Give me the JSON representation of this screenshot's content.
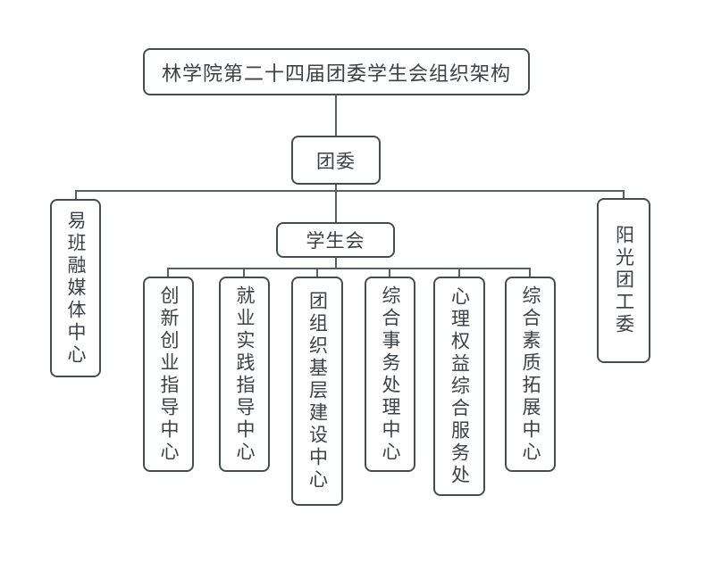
{
  "canvas": {
    "background_color": "#ffffff",
    "node_border_color": "#474c51",
    "connector_color": "#5a5f64",
    "text_color": "#3c4145"
  },
  "org_chart": {
    "title": "林学院第二十四届团委学生会组织架构",
    "root": "团委",
    "left_branch": "易班融媒体中心",
    "center_branch": "学生会",
    "right_branch": "阳光团工委",
    "departments": [
      "创新创业指导中心",
      "就业实践指导中心",
      "团组织基层建设中心",
      "综合事务处理中心",
      "心理权益综合服务处",
      "综合素质拓展中心"
    ]
  }
}
